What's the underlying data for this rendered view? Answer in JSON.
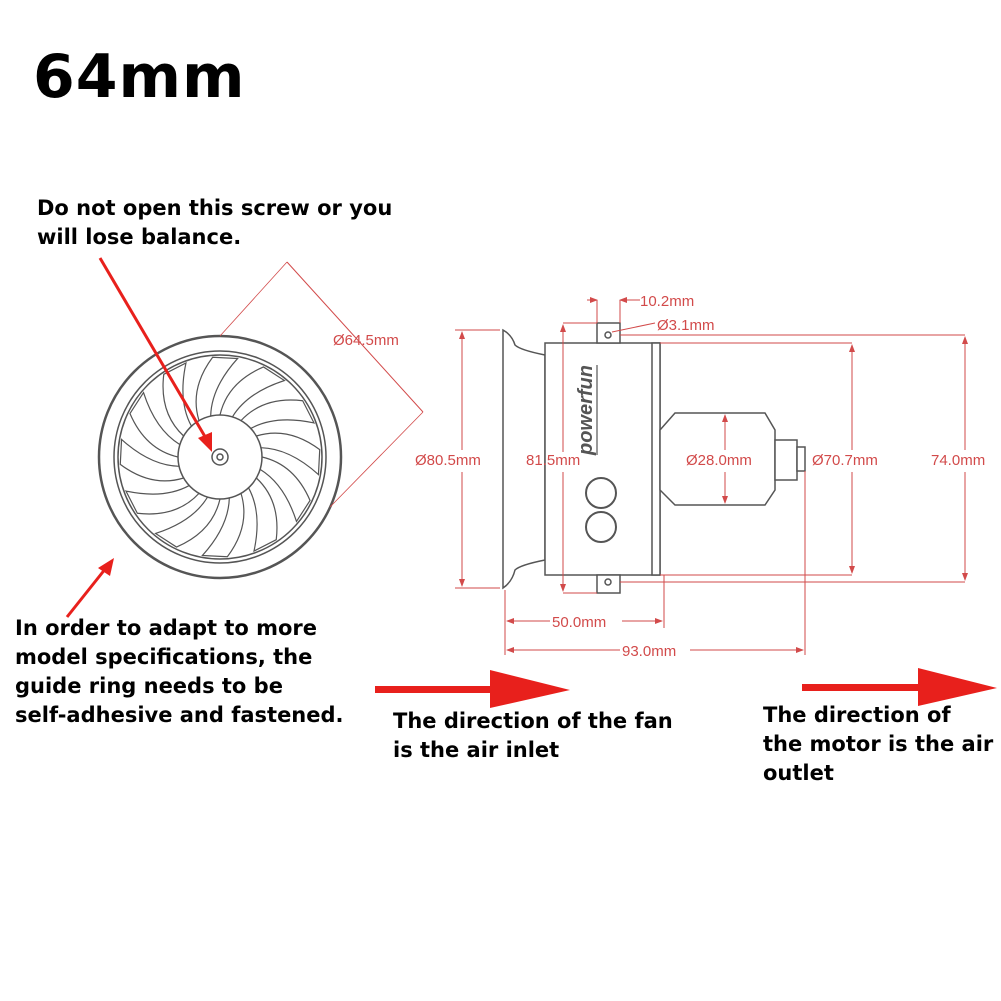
{
  "title": "64mm",
  "notes": {
    "screw": "Do not open this screw or you\nwill lose balance.",
    "guide_ring": "In order to adapt to more\nmodel specifications, the\nguide ring needs to be\nself-adhesive and fastened.",
    "fan_direction": "The direction of the fan\nis the air inlet",
    "motor_direction": "The direction of\nthe motor is the air\noutlet"
  },
  "dimensions": {
    "fan_diameter": "Ø64.5mm",
    "outer_inlet": "Ø80.5mm",
    "mount_span": "81.5mm",
    "tab_width": "10.2mm",
    "hole": "Ø3.1mm",
    "motor": "Ø28.0mm",
    "body": "Ø70.7mm",
    "height": "74.0mm",
    "body_length": "50.0mm",
    "total_length": "93.0mm"
  },
  "brand": "powerfun",
  "colors": {
    "dimension": "#d24a4a",
    "arrow": "#e8201c",
    "outline": "#555555"
  }
}
